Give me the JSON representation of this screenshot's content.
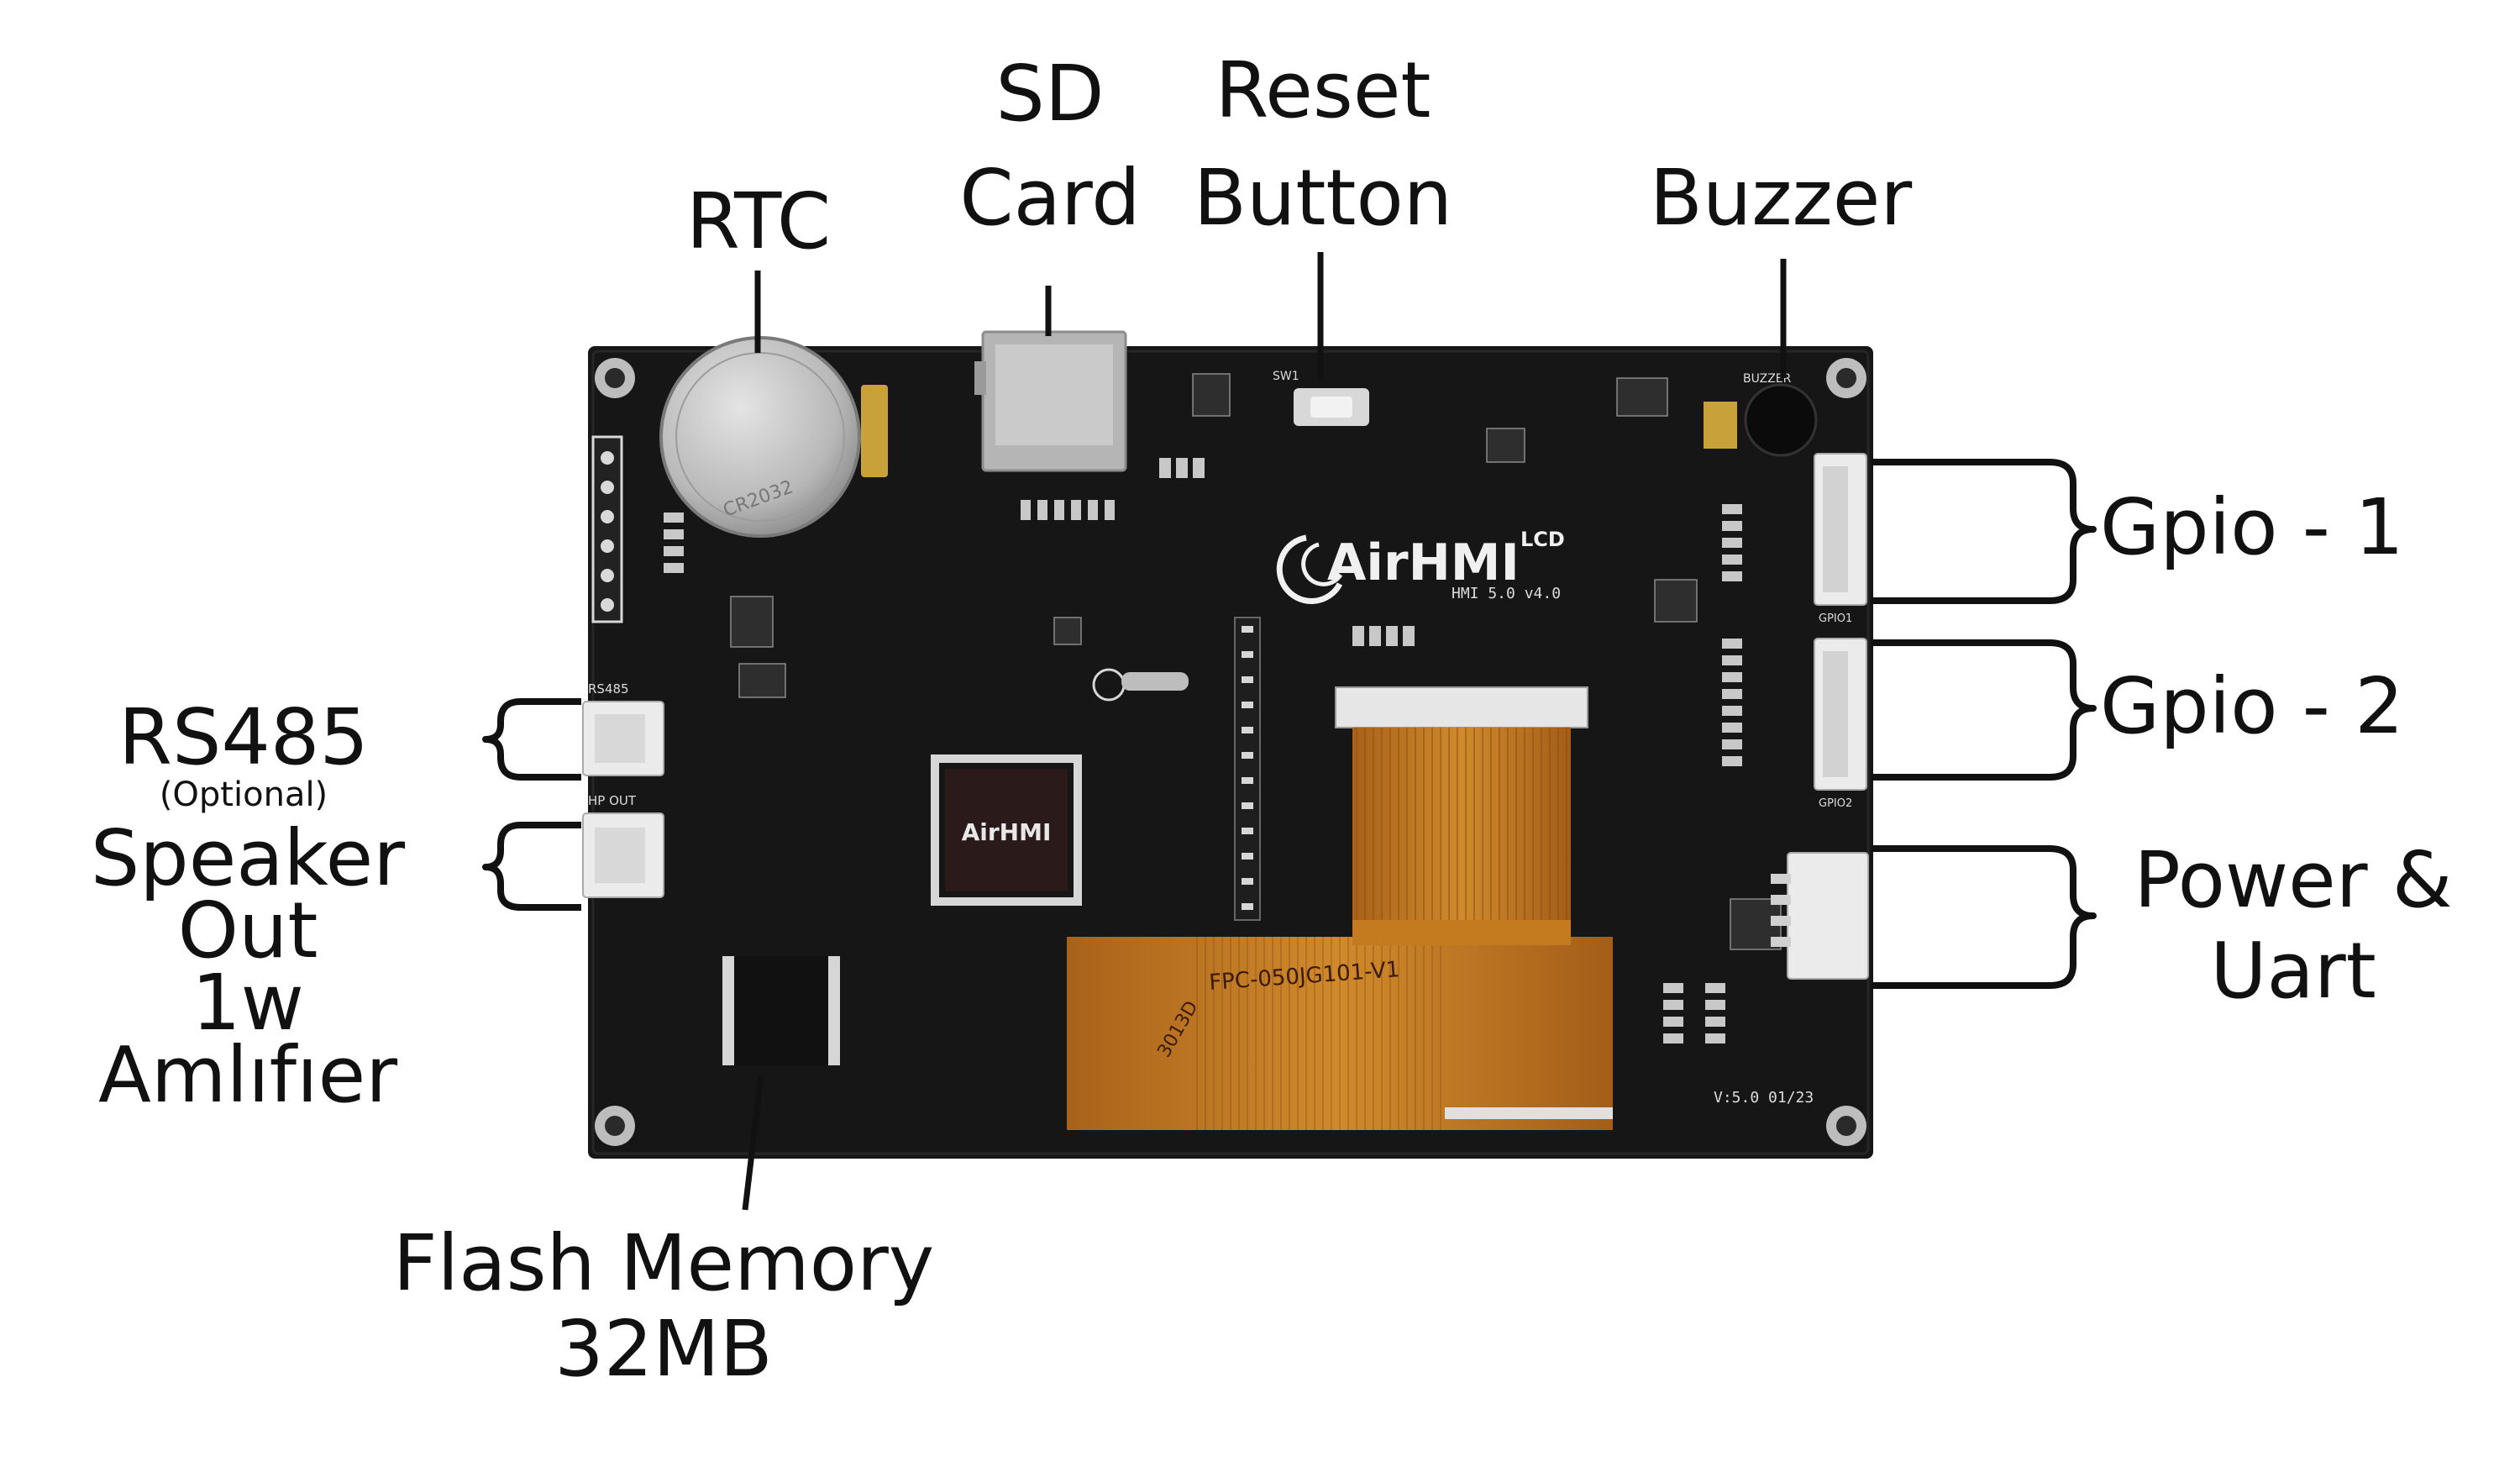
{
  "callouts": {
    "rtc": "RTC",
    "sd_card_line1": "SD",
    "sd_card_line2": "Card",
    "reset_line1": "Reset",
    "reset_line2": "Button",
    "buzzer": "Buzzer",
    "gpio1": "Gpio - 1",
    "gpio2": "Gpio - 2",
    "power_line1": "Power &",
    "power_line2": "Uart",
    "rs485": "RS485",
    "rs485_note": "(Optional)",
    "speaker_line1": "Speaker",
    "speaker_line2": "Out",
    "speaker_line3": "1w",
    "speaker_line4": "Amlıfıer",
    "flash_line1": "Flash Memory",
    "flash_line2": "32MB"
  },
  "board": {
    "logo_text": "AirHMI",
    "logo_suffix": "LCD",
    "model_text": "HMI 5.0 v4.0",
    "chip_logo": "AirHMI",
    "coin_cell": "CR2032",
    "cable_text": "FPC-050JG101-V1",
    "cable_code": "3013D",
    "version_text": "V:5.0 01/23",
    "silk_rs485": "RS485",
    "silk_hpout": "HP OUT",
    "silk_gpio1": "GPIO1",
    "silk_gpio2": "GPIO2",
    "silk_buzzer": "BUZZER",
    "silk_sw1": "SW1"
  },
  "colors": {
    "pcb": "#161616",
    "silkscreen": "#e8e8e8",
    "flex_cable": "#c47a1e",
    "connector": "#ebebeb",
    "annotation": "#111111"
  }
}
